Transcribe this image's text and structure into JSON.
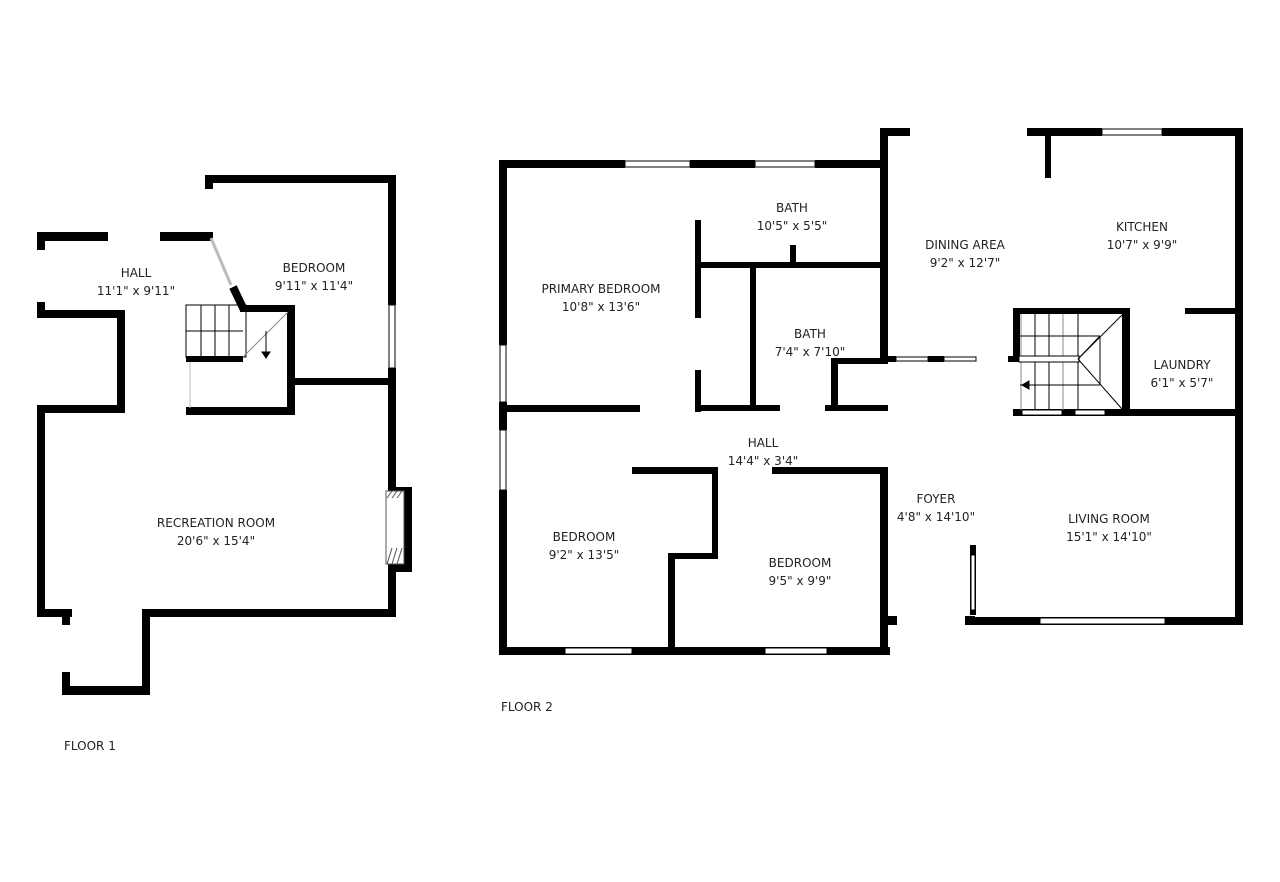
{
  "floors": [
    {
      "label": "FLOOR 1",
      "rooms": [
        {
          "name": "HALL",
          "dims": "11'1\" x 9'11\""
        },
        {
          "name": "BEDROOM",
          "dims": "9'11\" x 11'4\""
        },
        {
          "name": "RECREATION ROOM",
          "dims": "20'6\" x 15'4\""
        }
      ]
    },
    {
      "label": "FLOOR 2",
      "rooms": [
        {
          "name": "PRIMARY BEDROOM",
          "dims": "10'8\" x 13'6\""
        },
        {
          "name": "BATH",
          "dims": "10'5\" x 5'5\""
        },
        {
          "name": "BATH",
          "dims": "7'4\" x 7'10\""
        },
        {
          "name": "HALL",
          "dims": "14'4\" x 3'4\""
        },
        {
          "name": "BEDROOM",
          "dims": "9'2\" x 13'5\""
        },
        {
          "name": "BEDROOM",
          "dims": "9'5\" x 9'9\""
        },
        {
          "name": "DINING AREA",
          "dims": "9'2\" x 12'7\""
        },
        {
          "name": "KITCHEN",
          "dims": "10'7\" x 9'9\""
        },
        {
          "name": "LAUNDRY",
          "dims": "6'1\" x 5'7\""
        },
        {
          "name": "FOYER",
          "dims": "4'8\" x 14'10\""
        },
        {
          "name": "LIVING ROOM",
          "dims": "15'1\" x 14'10\""
        }
      ]
    }
  ],
  "colors": {
    "wall": "#000000",
    "window": "#ffffff",
    "background": "#ffffff"
  }
}
